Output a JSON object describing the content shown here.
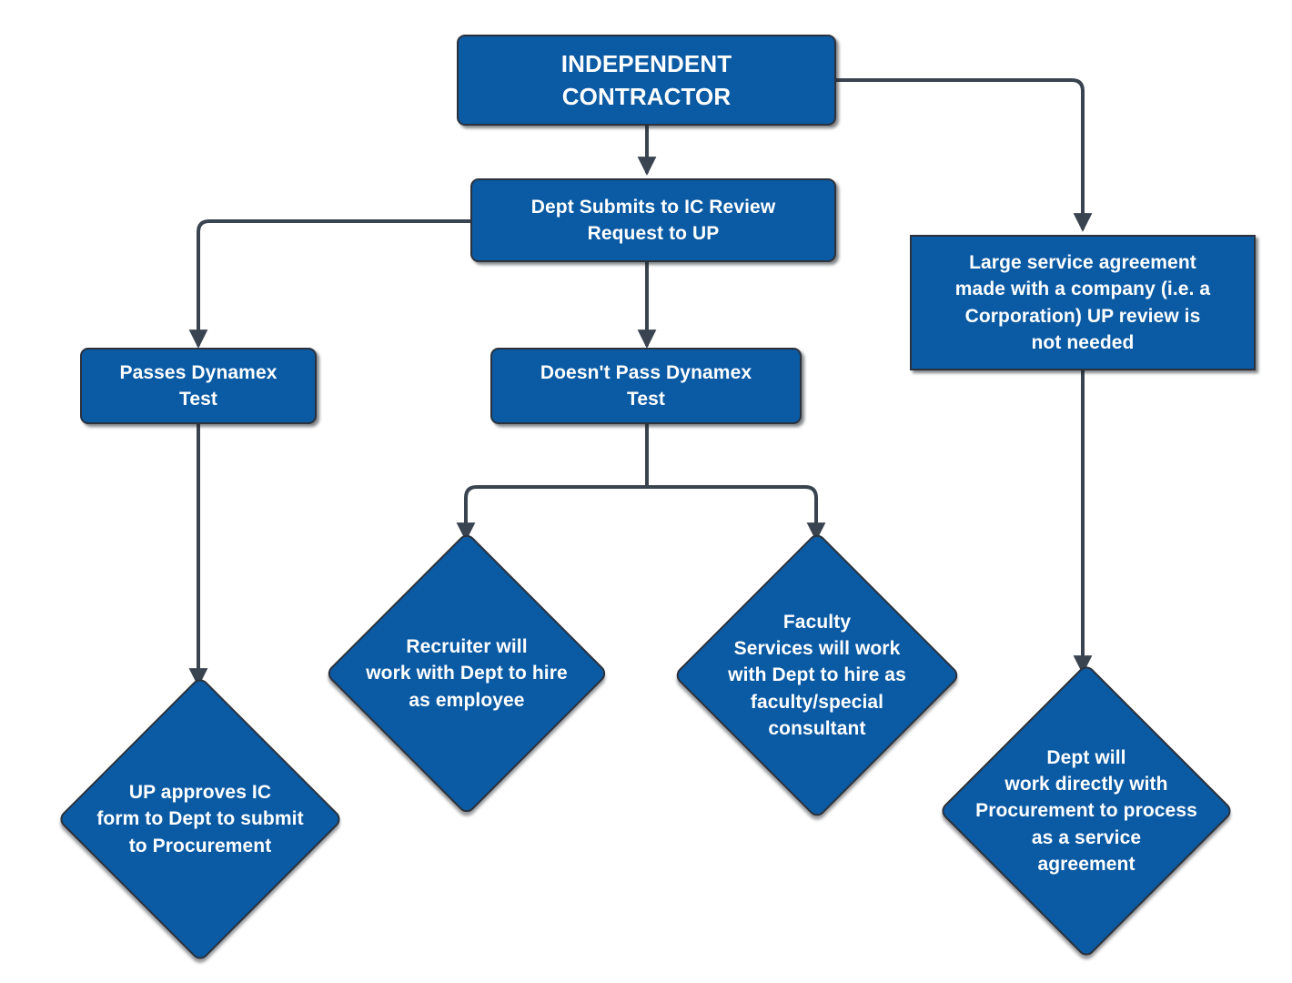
{
  "diagram": {
    "title": "INDEPENDENT CONTRACTOR process flowchart",
    "theme": {
      "node_fill": "#0A5AA4",
      "node_border": "#2B323C",
      "node_text": "#FFFFFF",
      "connector": "#3A4450",
      "background": "#FFFFFF"
    }
  },
  "nodes": {
    "independent_contractor": {
      "label": "INDEPENDENT\nCONTRACTOR",
      "shape": "rounded-rectangle"
    },
    "dept_submits": {
      "label": "Dept Submits to IC Review\nRequest to UP",
      "shape": "rounded-rectangle"
    },
    "large_service_agreement": {
      "label": "Large service agreement\nmade with a company (i.e. a\nCorporation) UP review is\nnot needed",
      "shape": "rectangle"
    },
    "passes_dynamex": {
      "label": "Passes Dynamex\nTest",
      "shape": "rounded-rectangle"
    },
    "doesnt_pass_dynamex": {
      "label": "Doesn't Pass Dynamex\nTest",
      "shape": "rounded-rectangle"
    },
    "up_approves_ic_form": {
      "label": "UP approves IC\nform to Dept to submit\nto Procurement",
      "shape": "diamond"
    },
    "recruiter_hire_employee": {
      "label": "Recruiter will\nwork with Dept to hire\nas employee",
      "shape": "diamond"
    },
    "faculty_services_hire": {
      "label": "Faculty\nServices will work\nwith Dept to hire as\nfaculty/special\nconsultant",
      "shape": "diamond"
    },
    "dept_works_procurement": {
      "label": "Dept will\nwork directly with\nProcurement to process\nas a service\nagreement",
      "shape": "diamond"
    }
  },
  "edges": [
    {
      "from": "independent_contractor",
      "to": "dept_submits",
      "route": "straight-down"
    },
    {
      "from": "independent_contractor",
      "to": "large_service_agreement",
      "route": "right-then-down"
    },
    {
      "from": "dept_submits",
      "to": "passes_dynamex",
      "route": "left-then-down"
    },
    {
      "from": "dept_submits",
      "to": "doesnt_pass_dynamex",
      "route": "straight-down"
    },
    {
      "from": "passes_dynamex",
      "to": "up_approves_ic_form",
      "route": "straight-down"
    },
    {
      "from": "doesnt_pass_dynamex",
      "to": "recruiter_hire_employee",
      "route": "down-split-left"
    },
    {
      "from": "doesnt_pass_dynamex",
      "to": "faculty_services_hire",
      "route": "down-split-right"
    },
    {
      "from": "large_service_agreement",
      "to": "dept_works_procurement",
      "route": "straight-down"
    }
  ]
}
